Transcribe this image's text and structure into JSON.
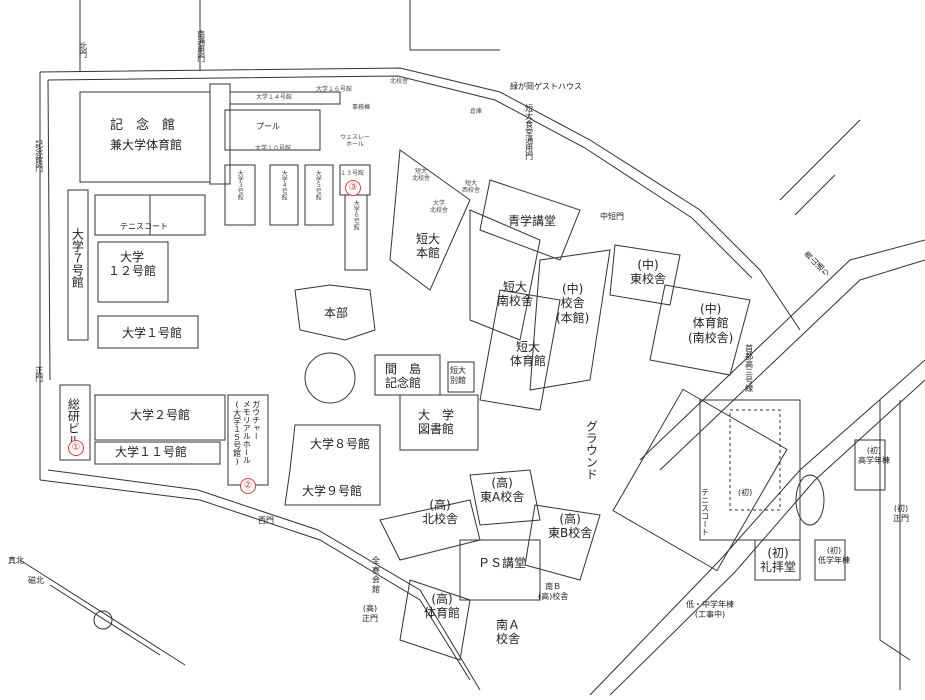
{
  "labels": {
    "kinen_kan": "記　念　館",
    "kendai_taiikukan": "兼大学体育館",
    "pool": "プール",
    "tennis_court": "テニスコート",
    "daigaku7": "大学７号館",
    "daigaku12": "大学\n１２号館",
    "daigaku1": "大学１号館",
    "daigaku2": "大学２号館",
    "daigaku11": "大学１１号館",
    "soken_building": "総研ビル",
    "memorial_hall": "ガウチャー\nメモリアルホール\n(大学１５号館)",
    "daigaku8": "大学８号館",
    "daigaku9": "大学９号館",
    "honbu": "本部",
    "tandai_honkan": "短大\n本館",
    "tandai_nankousha": "短大\n南校舎",
    "tandai_taiikukan": "短大\n体育館",
    "seigaku_kodo": "青学講堂",
    "chu_kousha_honkan": "(中)\n校舎\n(本館)",
    "chu_higashi_kousha": "(中)\n東校舎",
    "chu_taiikukan": "(中)\n体育館\n(南校舎)",
    "mashima_kinenkan": "間　島\n記念館",
    "tandai_bekkan": "短大\n別館",
    "daigaku_toshokan": "大　学\n図書館",
    "ground": "グラウンド",
    "kou_kita_kousha": "(高)\n北校舎",
    "kou_higashi_a": "(高)\n東A校舎",
    "kou_higashi_b": "(高)\n東B校舎",
    "ps_kodo": "ＰＳ講堂",
    "kou_taiikukan": "(高)\n体育館",
    "minami_a": "南Ａ\n校舎",
    "minami_b": "南Ｂ\n(高)校舎",
    "kou_seimon": "(高)\n正門",
    "zenrin_kaikan": "全\n寮\n会\n館",
    "sho_reihaido": "(初)\n礼拝堂",
    "sho_label1": "(初)",
    "sho_label2": "(初)\n高学年棟",
    "sho_label3": "(初)\n低学年棟",
    "tennis_court2": "テニスコート",
    "sho_seimon": "(初)\n正門",
    "tei_chugaku_tou": "低・中学年棟\n(工事中)",
    "kitamon": "北門",
    "minami_kitamon": "南通用門",
    "kinenkan_mon": "記念館門",
    "seimon": "正門",
    "nishimon": "西門",
    "chutomon": "中短門",
    "tandai_shokudo_mon": "短大食堂通用門",
    "guesthouse": "緑が岡ゲストハウス",
    "road_aoyama": "青山通り",
    "road_route": "首都高三号線",
    "road_line": "首都高三号線",
    "north_shinboku": "真北",
    "north_jihoku": "磁北",
    "daigaku10": "大学１０号館",
    "daigaku3": "大学３号館",
    "daigaku4": "大学４号館",
    "daigaku5": "大学５号館",
    "daigaku6": "大学６号館",
    "daigaku13": "１３号館",
    "daigaku14": "大学１４号館",
    "wesley_hall": "ウェスレー\nホール",
    "minor_a": "大学１６号館",
    "minor_b": "北校舎",
    "minor_c": "事務棟",
    "minor_d": "倉庫",
    "minor_e": "短大\n北校舎",
    "minor_f": "短大\n西校舎",
    "minor_g": "大学\n北校舎"
  },
  "markers": [
    "①",
    "②",
    "③"
  ],
  "colors": {
    "line": "#333333",
    "marker": "#d04040"
  }
}
